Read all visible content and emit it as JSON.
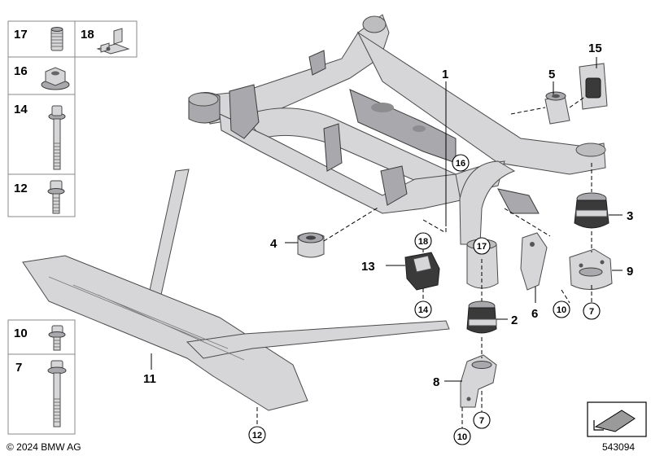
{
  "footer": {
    "copyright": "© 2024 BMW AG",
    "diagram_number": "543094"
  },
  "legend_panel": [
    {
      "num": "17"
    },
    {
      "num": "18"
    },
    {
      "num": "16"
    },
    {
      "num": "14"
    },
    {
      "num": "12"
    },
    {
      "num": "10"
    },
    {
      "num": "7"
    }
  ],
  "callouts": {
    "c1": "1",
    "c2": "2",
    "c3": "3",
    "c4": "4",
    "c5": "5",
    "c6": "6",
    "c8": "8",
    "c9": "9",
    "c11": "11",
    "c13": "13",
    "c15": "15",
    "circ7a": "7",
    "circ7b": "7",
    "circ10a": "10",
    "circ10b": "10",
    "circ12": "12",
    "circ14": "14",
    "circ16": "16",
    "circ17": "17",
    "circ18": "18"
  }
}
